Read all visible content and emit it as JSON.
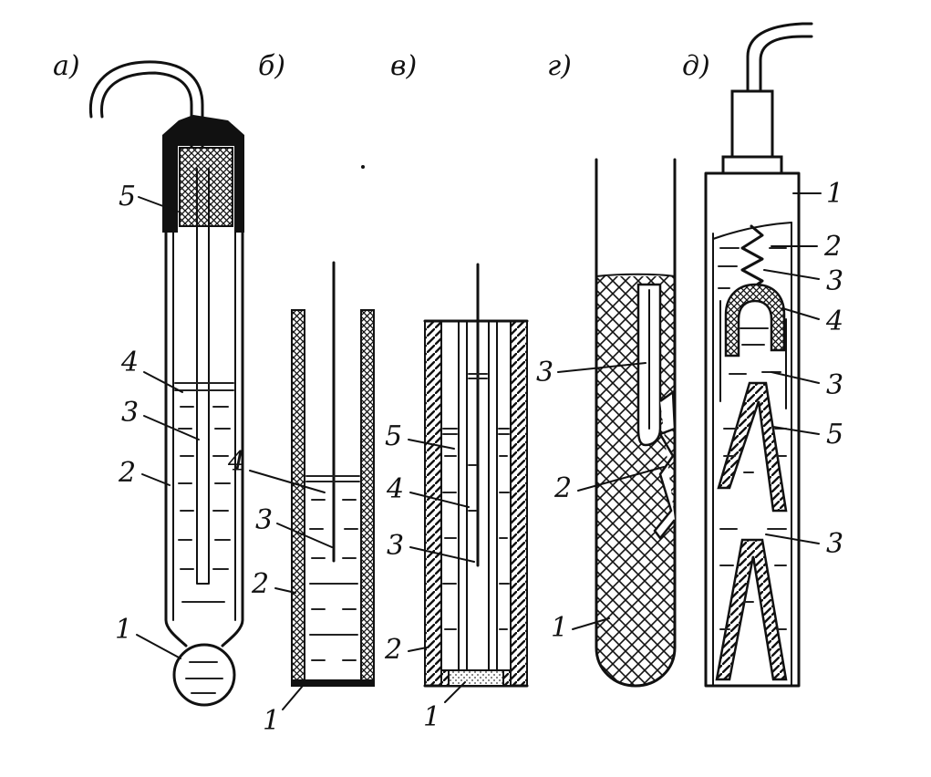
{
  "panels": [
    {
      "id": "a",
      "label": "а)"
    },
    {
      "id": "b",
      "label": "б)"
    },
    {
      "id": "v",
      "label": "в)"
    },
    {
      "id": "g",
      "label": "г)"
    },
    {
      "id": "d",
      "label": "д)"
    }
  ],
  "callouts": {
    "a": [
      "1",
      "2",
      "3",
      "4",
      "5"
    ],
    "b": [
      "1",
      "2",
      "3",
      "4"
    ],
    "v": [
      "1",
      "2",
      "3",
      "4",
      "5"
    ],
    "g": [
      "1",
      "2",
      "3"
    ],
    "d": [
      "1",
      "2",
      "3",
      "4",
      "3",
      "5",
      "3"
    ]
  },
  "colors": {
    "ink": "#111111",
    "background": "#ffffff"
  }
}
